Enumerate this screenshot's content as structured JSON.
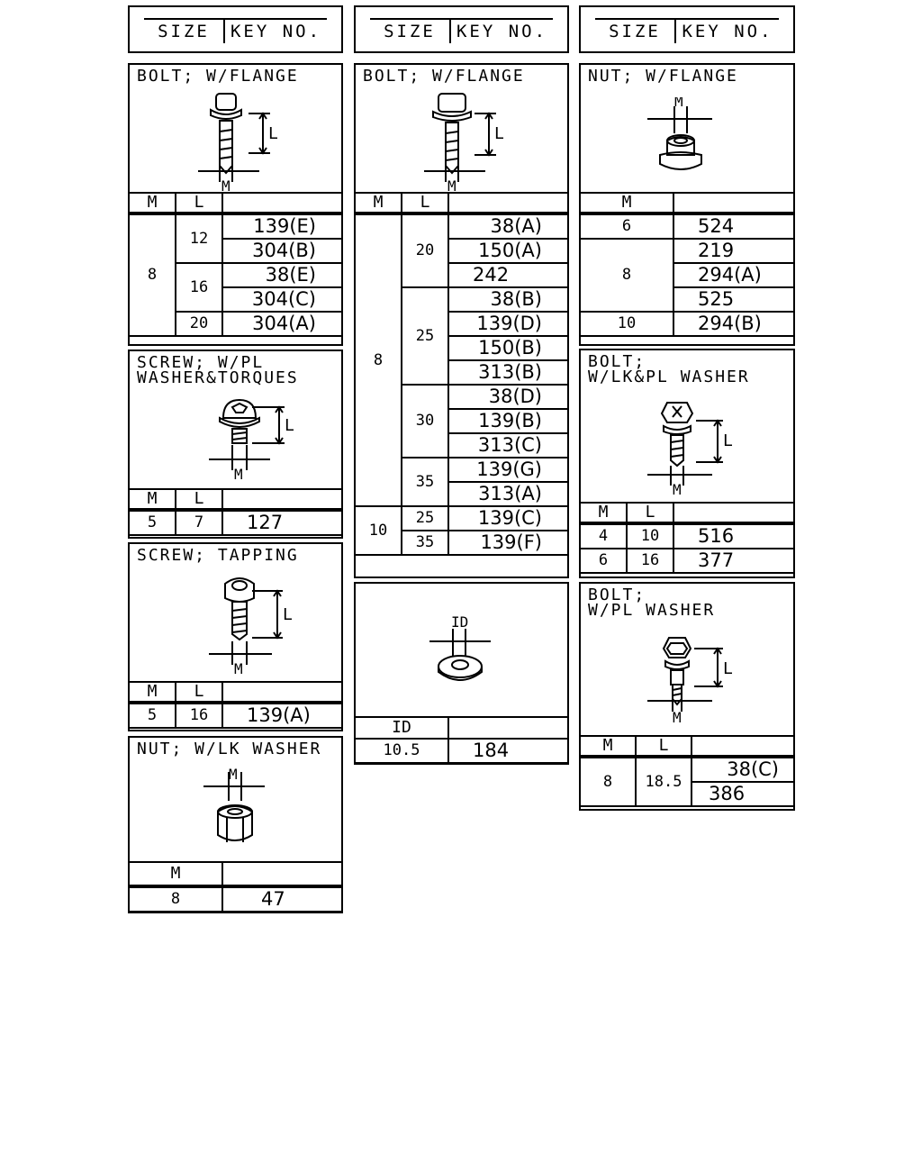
{
  "headers": [
    {
      "size": "SIZE",
      "key": "KEY NO."
    },
    {
      "size": "SIZE",
      "key": "KEY NO."
    },
    {
      "size": "SIZE",
      "key": "KEY NO."
    }
  ],
  "bolt_flange_1": {
    "title": "BOLT; W/FLANGE",
    "dim_l": "L",
    "dim_m": "M",
    "col_m": "M",
    "col_l": "L",
    "m": "8",
    "rows": [
      {
        "l": "12",
        "keys": [
          "139(E)",
          "304(B)"
        ]
      },
      {
        "l": "16",
        "keys": [
          "38(E)",
          "304(C)"
        ]
      },
      {
        "l": "20",
        "keys": [
          "304(A)"
        ]
      }
    ]
  },
  "screw_torques": {
    "title": "SCREW; W/PL\nWASHER&TORQUES",
    "dim_l": "L",
    "dim_m": "M",
    "col_m": "M",
    "col_l": "L",
    "rows": [
      {
        "m": "5",
        "l": "7",
        "key": "127"
      }
    ]
  },
  "screw_tapping": {
    "title": "SCREW; TAPPING",
    "dim_l": "L",
    "dim_m": "M",
    "col_m": "M",
    "col_l": "L",
    "rows": [
      {
        "m": "5",
        "l": "16",
        "key": "139(A)"
      }
    ]
  },
  "nut_lk_washer": {
    "title": "NUT; W/LK WASHER",
    "dim_m": "M",
    "col_m": "M",
    "rows": [
      {
        "m": "8",
        "key": "47"
      }
    ]
  },
  "bolt_flange_2": {
    "title": "BOLT; W/FLANGE",
    "dim_l": "L",
    "dim_m": "M",
    "col_m": "M",
    "col_l": "L",
    "m8": "8",
    "m8_rows": [
      {
        "l": "20",
        "keys": [
          "38(A)",
          "150(A)",
          "242"
        ]
      },
      {
        "l": "25",
        "keys": [
          "38(B)",
          "139(D)",
          "150(B)",
          "313(B)"
        ]
      },
      {
        "l": "30",
        "keys": [
          "38(D)",
          "139(B)",
          "313(C)"
        ]
      },
      {
        "l": "35",
        "keys": [
          "139(G)",
          "313(A)"
        ]
      }
    ],
    "m10": "10",
    "m10_rows": [
      {
        "l": "25",
        "keys": [
          "139(C)"
        ]
      },
      {
        "l": "35",
        "keys": [
          "139(F)"
        ]
      }
    ]
  },
  "washer": {
    "dim_id": "ID",
    "col_id": "ID",
    "rows": [
      {
        "id": "10.5",
        "key": "184"
      }
    ]
  },
  "nut_flange": {
    "title": "NUT; W/FLANGE",
    "dim_m": "M",
    "col_m": "M",
    "rows": [
      {
        "m": "6",
        "keys": [
          "524"
        ]
      },
      {
        "m": "8",
        "keys": [
          "219",
          "294(A)",
          "525"
        ]
      },
      {
        "m": "10",
        "keys": [
          "294(B)"
        ]
      }
    ]
  },
  "bolt_lk_pl": {
    "title": "BOLT;\nW/LK&PL WASHER",
    "dim_l": "L",
    "dim_m": "M",
    "col_m": "M",
    "col_l": "L",
    "rows": [
      {
        "m": "4",
        "l": "10",
        "key": "516"
      },
      {
        "m": "6",
        "l": "16",
        "key": "377"
      }
    ]
  },
  "bolt_pl": {
    "title": "BOLT;\nW/PL WASHER",
    "dim_l": "L",
    "dim_m": "M",
    "col_m": "M",
    "col_l": "L",
    "m": "8",
    "l": "18.5",
    "keys": [
      "38(C)",
      "386"
    ]
  }
}
